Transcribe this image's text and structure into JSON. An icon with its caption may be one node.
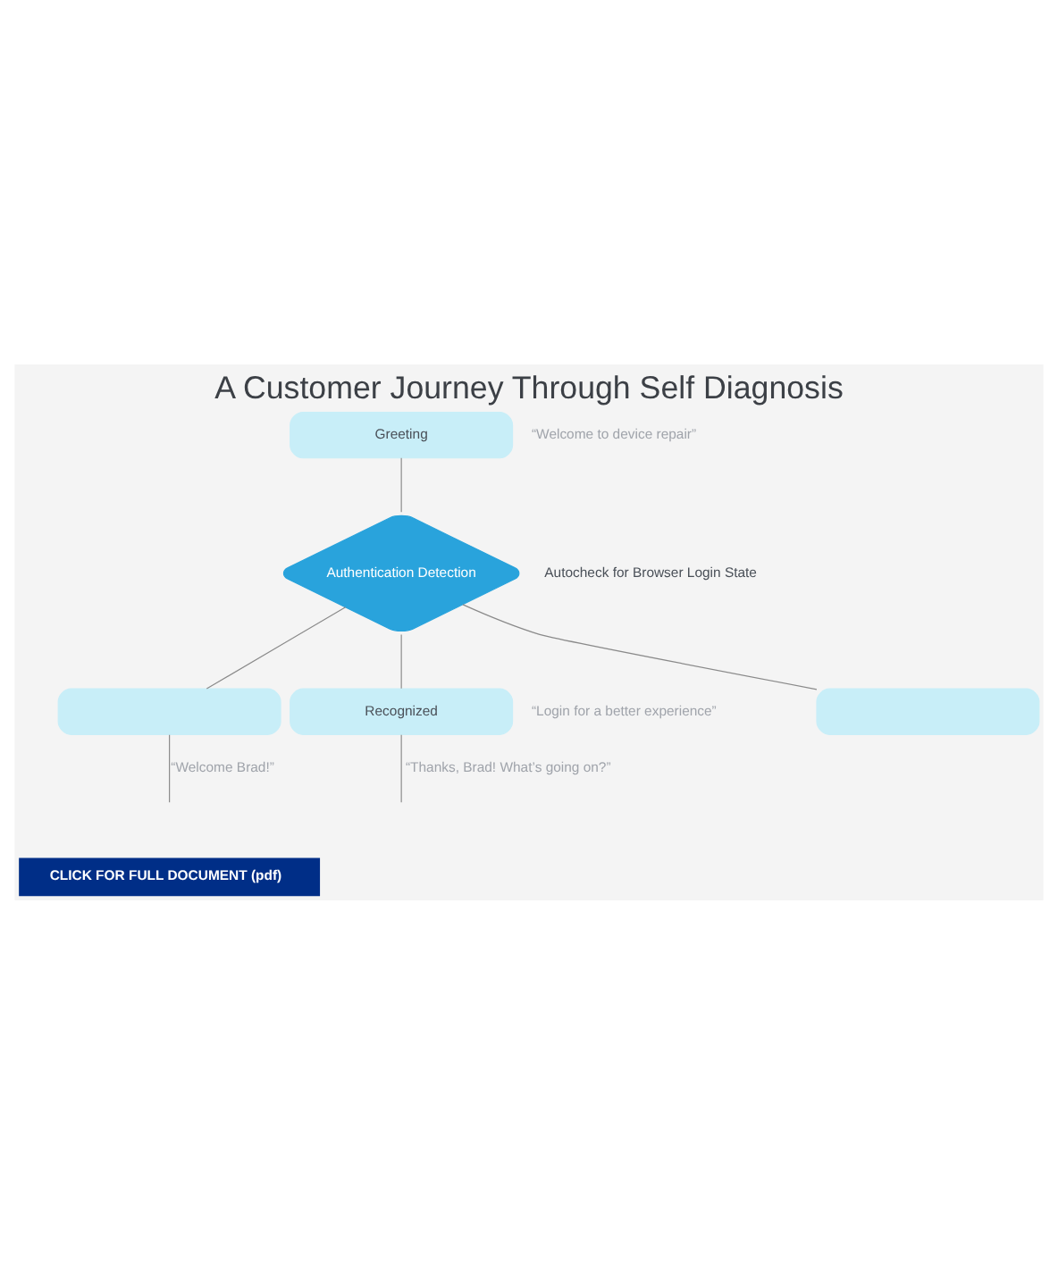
{
  "diagram": {
    "title": "A Customer Journey Through Self Diagnosis",
    "nodes": [
      {
        "text": [
          "Greeting"
        ],
        "beside": [
          "“Welcome to device repair”"
        ]
      },
      {
        "text": [
          "Authentication Detection"
        ],
        "beside": [
          "Autocheck for Browser Login State"
        ]
      },
      {
        "text": [],
        "shape": "box"
      },
      {
        "text": [
          "Recognized"
        ],
        "beside": [
          "“Login for a better experience”"
        ]
      },
      {
        "text": [],
        "shape": "box"
      }
    ],
    "edges": [
      {
        "from": 0,
        "to": 1,
        "arrow": "none"
      },
      {
        "from": 1,
        "to": 2,
        "arrow": "none"
      },
      {
        "from": 1,
        "to": 3,
        "arrow": "none"
      },
      {
        "from": 1,
        "to": 4,
        "arrow": "none"
      },
      {
        "from": 2,
        "to": null,
        "arrow": "none",
        "label": "“Welcome Brad!”"
      },
      {
        "from": 3,
        "to": null,
        "arrow": "none",
        "label": "“Thanks, Brad! What’s going on?”"
      }
    ],
    "labels": [
      "CLICK FOR FULL DOCUMENT (pdf)"
    ]
  }
}
